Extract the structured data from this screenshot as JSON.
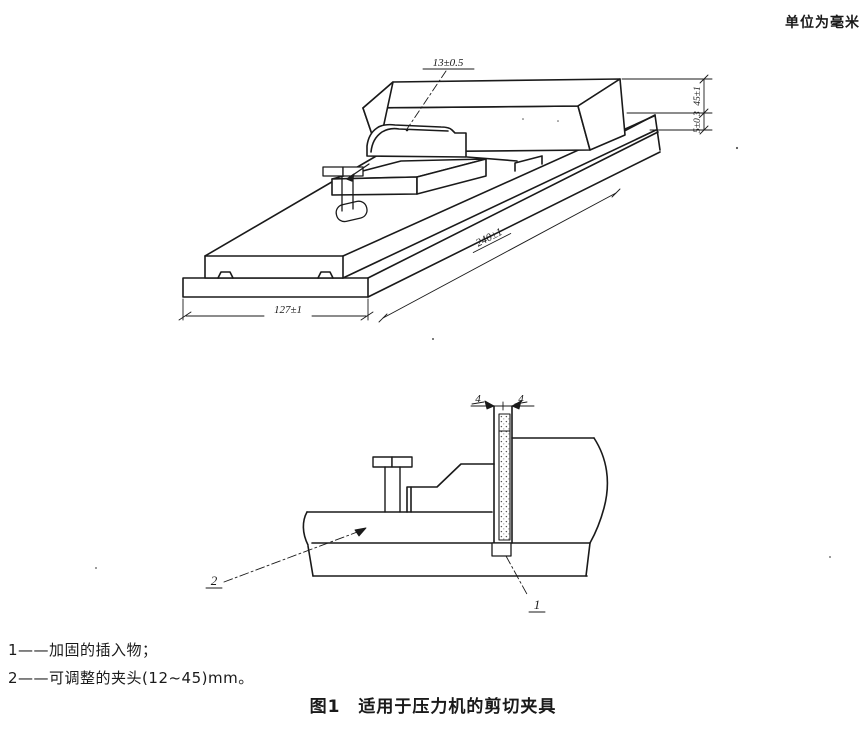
{
  "units_note": "单位为毫米",
  "figure": {
    "label": "图1",
    "title": "适用于压力机的剪切夹具"
  },
  "legend": {
    "item1": "1——加固的插入物；",
    "item2": "2——可调整的夹头(12~45)mm。"
  },
  "iso": {
    "dim_insert": "13±0.5",
    "dim_length": "240±1",
    "dim_width": "127±1",
    "dim_height": "45±1",
    "dim_gap": "5±0.3"
  },
  "side": {
    "dim_left": "4",
    "dim_right": "4",
    "label_insert": "1",
    "label_clamp": "2"
  },
  "colors": {
    "ink": "#1a1a1a",
    "paper": "#ffffff"
  }
}
